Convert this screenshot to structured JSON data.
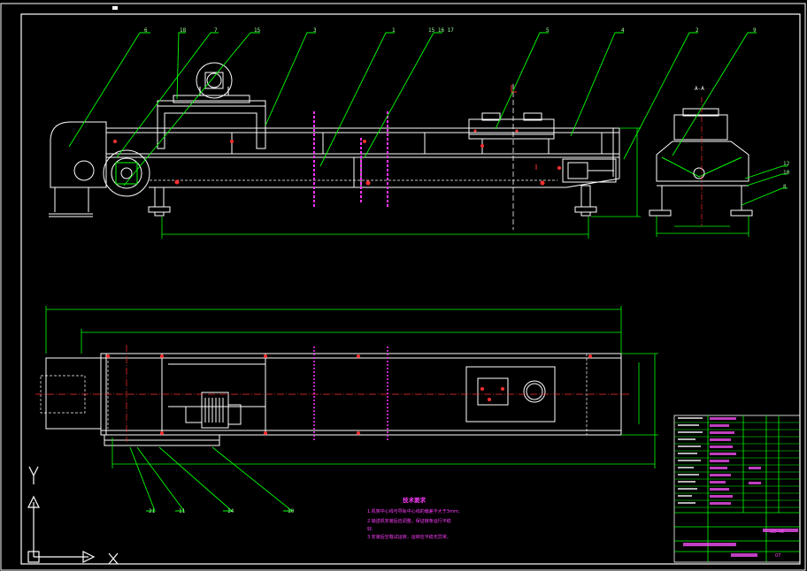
{
  "drawing": {
    "section_label": "A-A",
    "part_balloons": {
      "top_6": "6",
      "top_18": "18",
      "top_7": "7",
      "top_15": "15",
      "top_3": "3",
      "top_1": "1",
      "top_15_16_17": "15 16 17",
      "top_5": "5",
      "top_4": "4",
      "top_2": "2",
      "top_9": "9",
      "side_12": "12",
      "side_10": "10",
      "side_8": "8",
      "bottom_21": "21",
      "bottom_11": "11",
      "bottom_14": "14",
      "bottom_10": "10"
    },
    "notes": {
      "title": "技术要求",
      "line1": "1.机架中心线与导轨中心线的偏差不大于3mm;",
      "line2": "2.输送机安装后应调整，保证链条运行平稳",
      "line3": "好;",
      "line4": "3.安装后空载试运转，运转应平稳无异常。"
    },
    "title_block": {
      "part_name": "GD-48",
      "sheet": "07"
    },
    "colors": {
      "background": "#000000",
      "outline": "#ffffff",
      "dimension": "#00ff00",
      "centerline": "#ff3030",
      "bolt_marks": "#ff33ff",
      "leader": "#00ff00",
      "notes": "#ff33ff",
      "table": "#00ff00",
      "table_highlight": "#ff55ff"
    }
  }
}
